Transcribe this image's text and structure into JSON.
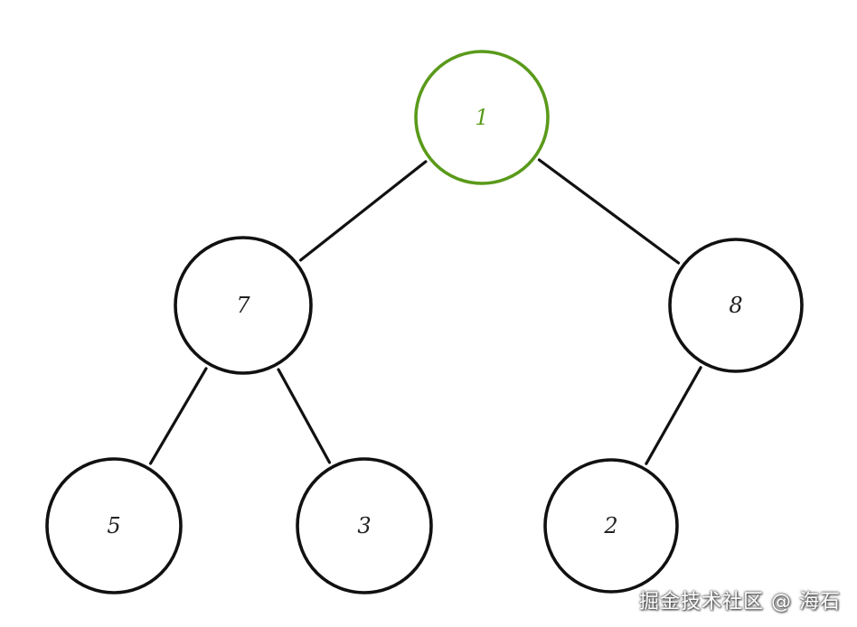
{
  "tree": {
    "highlight_color": "#5a9a1a",
    "node_color": "#111111",
    "nodes": [
      {
        "id": "n1",
        "label": "1",
        "highlight": true
      },
      {
        "id": "n7",
        "label": "7",
        "highlight": false
      },
      {
        "id": "n8",
        "label": "8",
        "highlight": false
      },
      {
        "id": "n5",
        "label": "5",
        "highlight": false
      },
      {
        "id": "n3",
        "label": "3",
        "highlight": false
      },
      {
        "id": "n2",
        "label": "2",
        "highlight": false
      }
    ],
    "edges": [
      {
        "from": "n1",
        "to": "n7"
      },
      {
        "from": "n1",
        "to": "n8"
      },
      {
        "from": "n7",
        "to": "n5"
      },
      {
        "from": "n7",
        "to": "n3"
      },
      {
        "from": "n8",
        "to": "n2"
      }
    ]
  },
  "watermark": {
    "text": "掘金技术社区 @ 海石"
  }
}
